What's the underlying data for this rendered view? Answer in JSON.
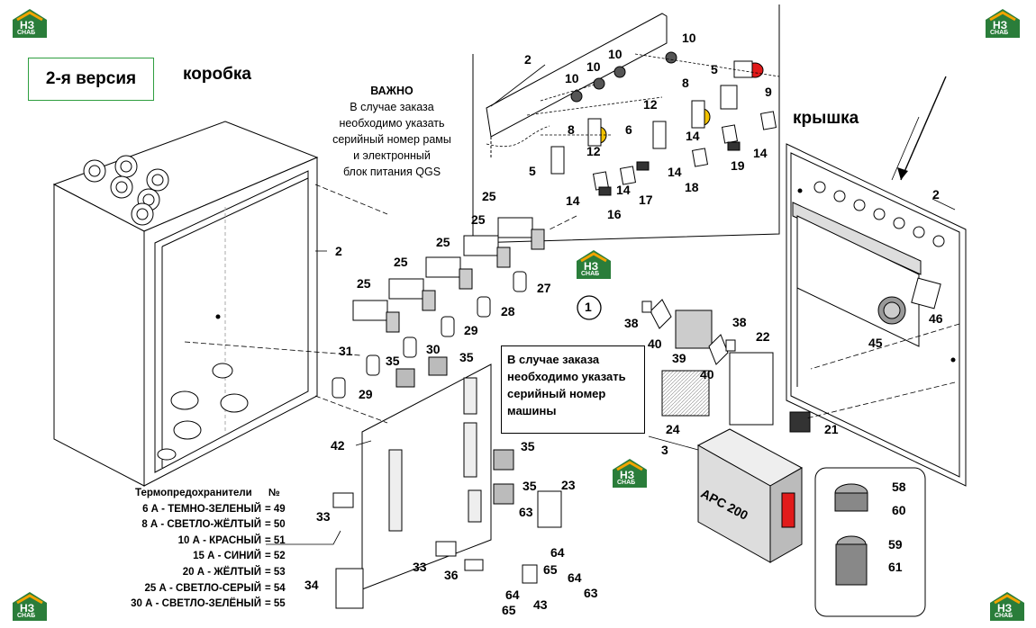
{
  "version_label": "2-я версия",
  "box_title": "коробка",
  "lid_title": "крышка",
  "important": {
    "title": "ВАЖНО",
    "lines": [
      "В случае заказа",
      "необходимо указать",
      "серийный номер рамы",
      "и электронный",
      "блок питания QGS"
    ]
  },
  "note_box": {
    "lines": [
      "В случае заказа",
      "необходимо указать",
      "серийный номер",
      "машины"
    ]
  },
  "device_label": "APC 200",
  "logo_text": "НЗ",
  "logo_sub": "СНАБ",
  "legend": {
    "header_name": "Термопредохранители",
    "header_num": "№",
    "rows": [
      {
        "name": "6 А - ТЕМНО-ЗЕЛЕНЫЙ",
        "num": "= 49"
      },
      {
        "name": "8 А - СВЕТЛО-ЖЁЛТЫЙ",
        "num": "= 50"
      },
      {
        "name": "10 А - КРАСНЫЙ",
        "num": "= 51"
      },
      {
        "name": "15 А - СИНИЙ",
        "num": "= 52"
      },
      {
        "name": "20 А - ЖЁЛТЫЙ",
        "num": "= 53"
      },
      {
        "name": "25 А - СВЕТЛО-СЕРЫЙ",
        "num": "= 54"
      },
      {
        "name": "30 А - СВЕТЛО-ЗЕЛЁНЫЙ",
        "num": "= 55"
      }
    ]
  },
  "callouts": {
    "c2a": "2",
    "c2b": "2",
    "c2c": "2",
    "c3": "3",
    "c5a": "5",
    "c5b": "5",
    "c6": "6",
    "c8a": "8",
    "c8b": "8",
    "c9": "9",
    "c10a": "10",
    "c10b": "10",
    "c10c": "10",
    "c10d": "10",
    "c12a": "12",
    "c12b": "12",
    "c14a": "14",
    "c14b": "14",
    "c14c": "14",
    "c14d": "14",
    "c14e": "14",
    "c16": "16",
    "c17": "17",
    "c18": "18",
    "c19": "19",
    "c21": "21",
    "c22": "22",
    "c23": "23",
    "c24": "24",
    "c25a": "25",
    "c25b": "25",
    "c25c": "25",
    "c25d": "25",
    "c25e": "25",
    "c27": "27",
    "c28": "28",
    "c29a": "29",
    "c29b": "29",
    "c30": "30",
    "c31": "31",
    "c33a": "33",
    "c33b": "33",
    "c34": "34",
    "c35a": "35",
    "c35b": "35",
    "c35c": "35",
    "c35d": "35",
    "c36": "36",
    "c38a": "38",
    "c38b": "38",
    "c39": "39",
    "c40a": "40",
    "c40b": "40",
    "c42": "42",
    "c43": "43",
    "c45": "45",
    "c46": "46",
    "c58": "58",
    "c59": "59",
    "c60": "60",
    "c61": "61",
    "c63a": "63",
    "c63b": "63",
    "c64a": "64",
    "c64b": "64",
    "c64c": "64",
    "c65a": "65",
    "c65b": "65",
    "c1": "1"
  },
  "colors": {
    "accent_green": "#2e9e3f",
    "button_red": "#e11b1b",
    "button_yellow": "#f2c200",
    "display_red": "#e11b1b",
    "logo_orange": "#f2a400",
    "logo_green": "#2a7d3a"
  }
}
